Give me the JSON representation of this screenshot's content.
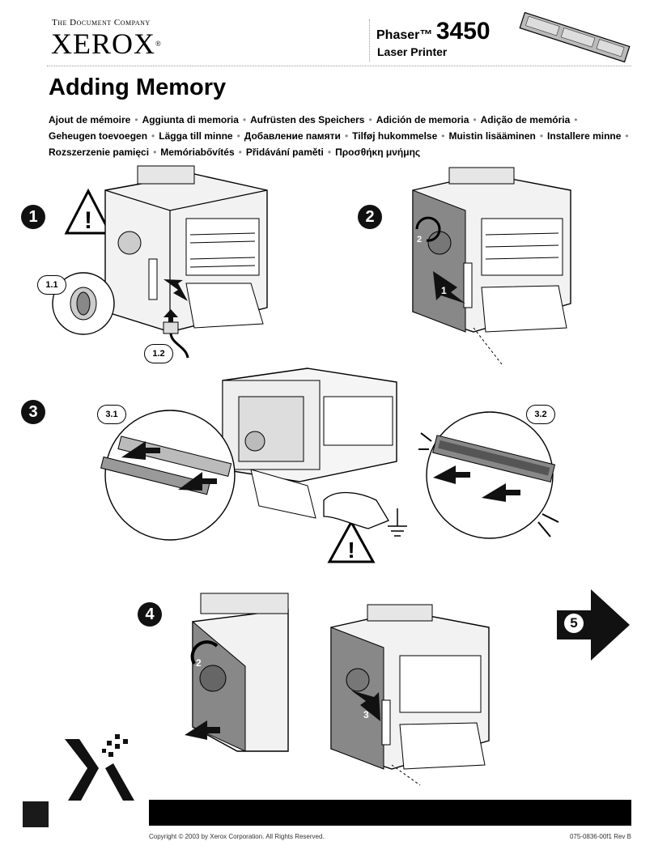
{
  "header": {
    "company_tagline": "The Document Company",
    "brand": "XEROX",
    "registered": "®",
    "model_prefix": "Phaser™",
    "model_number": "3450",
    "product_type": "Laser Printer"
  },
  "title": "Adding Memory",
  "languages": [
    "Ajout de mémoire",
    "Aggiunta di memoria",
    "Aufrüsten des Speichers",
    "Adición de memoria",
    "Adição de memória",
    "Geheugen toevoegen",
    "Lägga till minne",
    "Добавление памяти",
    "Tilføj hukommelse",
    "Muistin lisääminen",
    "Installere minne",
    "Rozszerzenie pamięci",
    "Memóriabővítés",
    "Přidávání paměti",
    "Προσθήκη μνήμης"
  ],
  "separator": "•",
  "steps": {
    "s1": "1",
    "s1_1": "1.1",
    "s1_2": "1.2",
    "s2": "2",
    "s2_arrow1": "1",
    "s2_arrow2": "2",
    "s3": "3",
    "s3_1": "3.1",
    "s3_2": "3.2",
    "s4": "4",
    "s4_arrow2": "2",
    "s4_arrow3": "3",
    "s5": "5"
  },
  "warning_symbol": "!",
  "footer": {
    "copyright": "Copyright © 2003 by Xerox Corporation.  All Rights Reserved.",
    "part_number": "075-0836-00f1 Rev B"
  }
}
